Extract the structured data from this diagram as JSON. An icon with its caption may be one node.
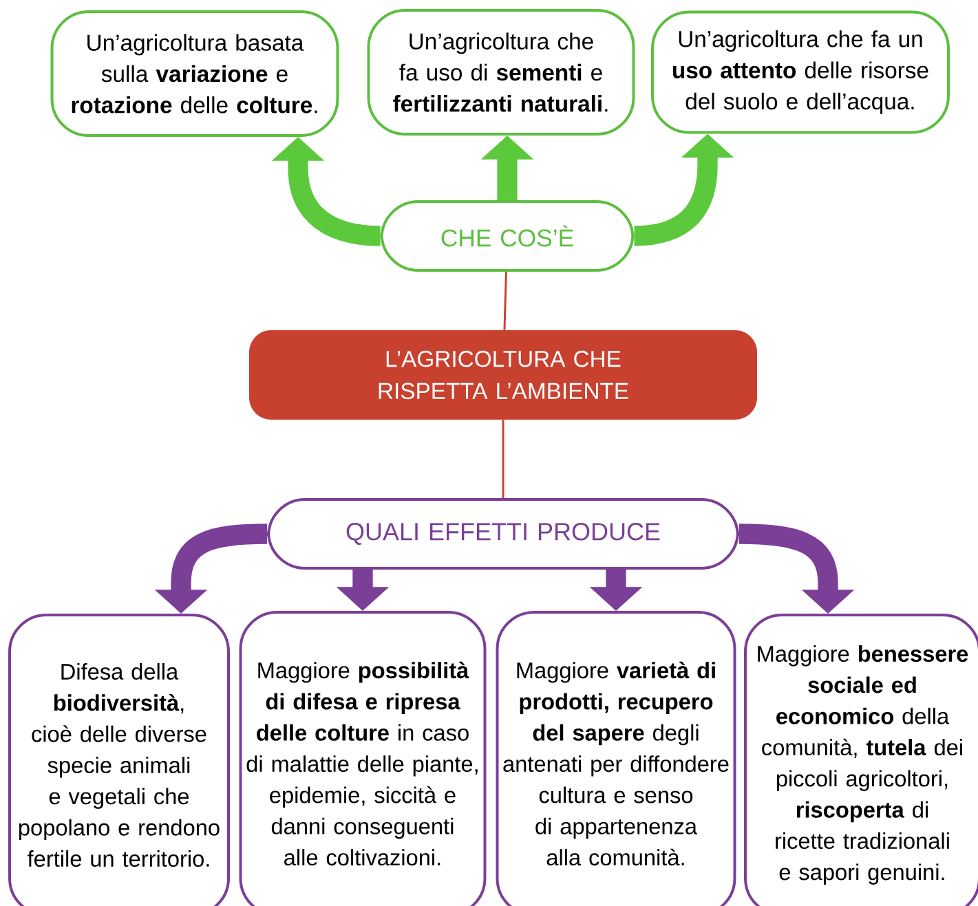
{
  "diagram": {
    "nodes": [
      {
        "text": [
          "Un’agricoltura basata sulla **variazione** e **rotazione** delle **colture**."
        ]
      },
      {
        "text": [
          "Un’agricoltura che fa uso di **sementi** e **fertilizzanti naturali**."
        ]
      },
      {
        "text": [
          "Un’agricoltura che fa un **uso attento** delle risorse del suolo e dell’acqua."
        ]
      },
      {
        "text": [
          "CHE COS’È"
        ]
      },
      {
        "text": [
          "L’AGRICOLTURA CHE RISPETTA L’AMBIENTE"
        ]
      },
      {
        "text": [
          "QUALI EFFETTI PRODUCE"
        ]
      },
      {
        "text": [
          "Difesa della **biodiversità**, cioè delle diverse specie animali e vegetali che popolano e rendono fertile un territorio."
        ]
      },
      {
        "text": [
          "Maggiore **possibilità di difesa e ripresa delle colture** in caso di malattie delle piante, epidemie, siccità e danni conseguenti alle coltivazioni."
        ]
      },
      {
        "text": [
          "Maggiore **varietà di prodotti, recupero del sapere** degli antenati per diffondere cultura e senso di appartenenza alla comunità."
        ]
      },
      {
        "text": [
          "Maggiore **benessere sociale ed economico** della comunità, **tutela** dei piccoli agricoltori, **riscoperta** di ricette tradizionali e sapori genuini."
        ]
      }
    ],
    "edges": [
      {
        "from": 3,
        "to": 0,
        "arrow": "to",
        "color": "#5cc93c"
      },
      {
        "from": 3,
        "to": 1,
        "arrow": "to",
        "color": "#5cc93c"
      },
      {
        "from": 3,
        "to": 2,
        "arrow": "to",
        "color": "#5cc93c"
      },
      {
        "from": 4,
        "to": 3,
        "arrow": "none",
        "color": "#c8412f"
      },
      {
        "from": 4,
        "to": 5,
        "arrow": "none",
        "color": "#c8412f"
      },
      {
        "from": 5,
        "to": 6,
        "arrow": "to",
        "color": "#7b3f98"
      },
      {
        "from": 5,
        "to": 7,
        "arrow": "to",
        "color": "#7b3f98"
      },
      {
        "from": 5,
        "to": 8,
        "arrow": "to",
        "color": "#7b3f98"
      },
      {
        "from": 5,
        "to": 9,
        "arrow": "to",
        "color": "#7b3f98"
      }
    ]
  }
}
